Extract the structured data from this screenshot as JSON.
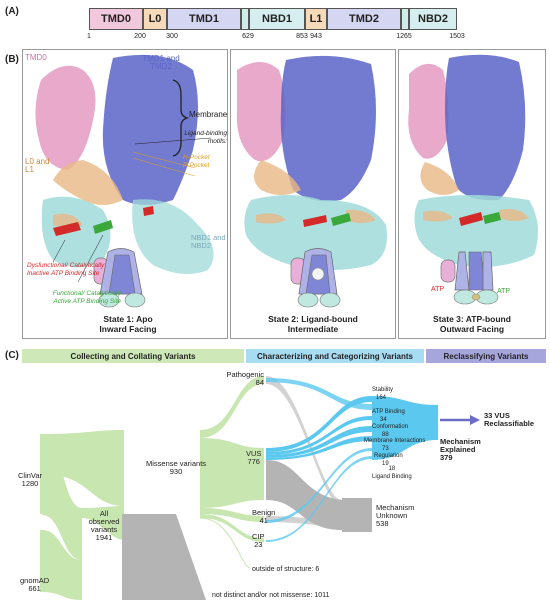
{
  "panelA": {
    "label": "(A)",
    "domains": [
      {
        "name": "TMD0",
        "color": "#f2c8dc"
      },
      {
        "name": "L0",
        "color": "#f5d9b8"
      },
      {
        "name": "TMD1",
        "color": "#d4d6f2"
      },
      {
        "name": "",
        "color": "#d0ece8"
      },
      {
        "name": "NBD1",
        "color": "#d6eef0"
      },
      {
        "name": "L1",
        "color": "#f5d9b8"
      },
      {
        "name": "TMD2",
        "color": "#d4d6f2"
      },
      {
        "name": "",
        "color": "#d0ece8"
      },
      {
        "name": "NBD2",
        "color": "#d6eef0"
      }
    ],
    "ticks": [
      "1",
      "200",
      "300",
      "629",
      "853",
      "943",
      "1265",
      "1503"
    ]
  },
  "panelB": {
    "label": "(B)",
    "tmd0": "TMD0",
    "tmd12": "TMD1 and TMD2",
    "membrane": "Membrane",
    "ligand_motifs": "Ligand-binding motifs:",
    "h_pocket": "H-Pocket",
    "p_pocket": "P-Pocket",
    "l0l1": "L0 and L1",
    "nbd12": "NBD1 and NBD2",
    "dysfunctional": "Dysfunctional/ Catalytically Inactive ATP Binding Site",
    "functional": "Functional/ Catalytically Active ATP Binding Site",
    "state1_line1": "State 1: Apo",
    "state1_line2": "Inward Facing",
    "state2_line1": "State 2: Ligand-bound",
    "state2_line2": "Intermediate",
    "state3_line1": "State 3: ATP-bound",
    "state3_line2": "Outward Facing",
    "atp_left": "ATP",
    "atp_right": "ATP",
    "colors": {
      "tmd0": "#e08cb8",
      "tmd": "#5a64c8",
      "linker": "#e8b884",
      "nbd": "#9fdad8",
      "red": "#d42a2a",
      "green": "#3aa83a"
    }
  },
  "panelC": {
    "label": "(C)",
    "headers": {
      "collect": "Collecting and Collating Variants",
      "characterize": "Characterizing and Categorizing Variants",
      "reclassify": "Reclassifying Variants"
    },
    "header_colors": {
      "collect": "#cfe8b8",
      "characterize": "#a8dcf2",
      "reclassify": "#a6a6dc"
    },
    "nodes": {
      "clinvar_label": "ClinVar",
      "clinvar_value": "1280",
      "gnomad_label": "gnomAD",
      "gnomad_value": "661",
      "observed_label": "All observed variants",
      "observed_value": "1941",
      "missense_label": "Missense variants",
      "missense_value": "930",
      "pathogenic_label": "Pathogenic",
      "pathogenic_value": "84",
      "vus_label": "VUS",
      "vus_value": "776",
      "benign_label": "Benign",
      "benign_value": "41",
      "cip_label": "CIP",
      "cip_value": "23",
      "outside": "outside of structure: 6",
      "not_distinct": "not distinct and/or not missense: 1011",
      "stability_label": "Stability",
      "stability_value": "164",
      "atp_label": "ATP Binding",
      "atp_value": "34",
      "conformation_label": "Conformation",
      "conformation_value": "88",
      "membrane_label": "Membrane Interactions",
      "membrane_value": "73",
      "regulation_label": "Regulation",
      "regulation_value": "19",
      "ligand_value": "18",
      "ligand_label": "Ligand Binding",
      "mech_explained_l1": "Mechanism",
      "mech_explained_l2": "Explained",
      "mech_explained_value": "379",
      "mech_unknown_l1": "Mechanism",
      "mech_unknown_l2": "Unknown",
      "mech_unknown_value": "538",
      "vus_reclass_l1": "33 VUS",
      "vus_reclass_l2": "Reclassifiable"
    },
    "flow_colors": {
      "green": "#c8e6b0",
      "blue": "#5bc8ef",
      "gray": "#b4b4b4"
    }
  }
}
